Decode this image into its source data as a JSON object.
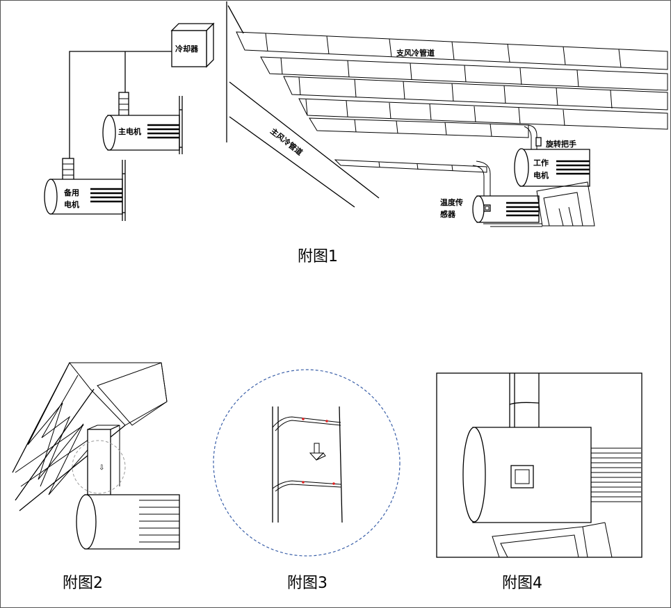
{
  "labels": {
    "cooler": "冷却器",
    "main_motor": "主电机",
    "backup_motor_line1": "备用",
    "backup_motor_line2": "电机",
    "branch_duct": "支风冷管道",
    "main_duct": "主风冷管道",
    "rotary_handle": "旋转把手",
    "work_motor_line1": "工作",
    "work_motor_line2": "电机",
    "temp_sensor_line1": "温度传",
    "temp_sensor_line2": "感器"
  },
  "captions": {
    "fig1": "附图1",
    "fig2": "附图2",
    "fig3": "附图3",
    "fig4": "附图4"
  },
  "colors": {
    "line": "#000000",
    "sensor_marker": "#e02020",
    "zoom_circle": "#3a5fa8"
  }
}
